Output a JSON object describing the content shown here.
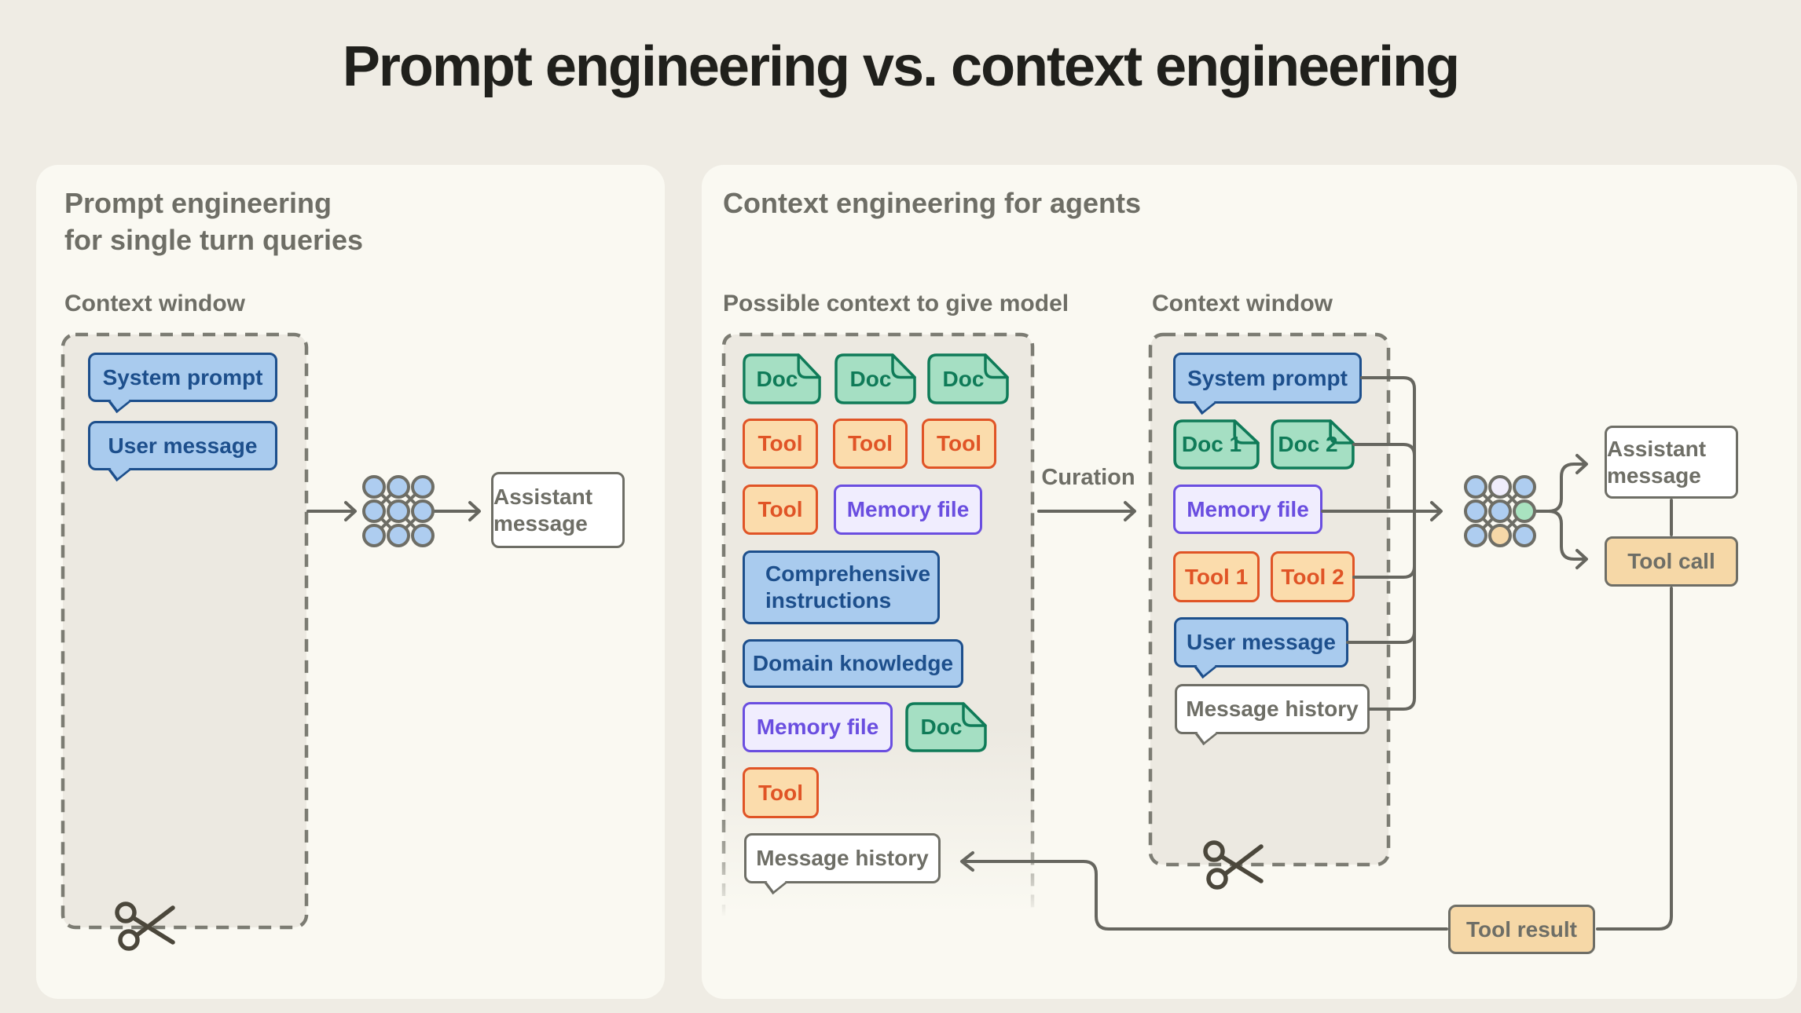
{
  "title": "Prompt engineering vs. context engineering",
  "colors": {
    "page_bg": "#EFECE4",
    "panel_bg": "#FAF9F2",
    "window_bg": "#ECE9E1",
    "line": "#66665F",
    "dash": "#7C7C73",
    "blue_fill": "#A9CBEE",
    "blue_stroke": "#1D4F8C",
    "green_fill": "#A5DFC3",
    "green_stroke": "#0F7B58",
    "orange_fill": "#FBDCAC",
    "orange_stroke": "#E05426",
    "purple_fill": "#F0EDFE",
    "purple_stroke": "#6A4EE0",
    "tan_fill": "#F6D8A7",
    "gray_stroke": "#6E6E66",
    "net_blue": "#AECDF0",
    "net_lavender": "#EFECFB",
    "net_green": "#A9E3C0",
    "net_tan": "#F6D8A8"
  },
  "icons": {
    "scissors": "scissors-icon",
    "network": "network-icon"
  },
  "left_panel": {
    "heading": "Prompt engineering\nfor single turn queries",
    "context_window_label": "Context window",
    "system_prompt": "System prompt",
    "user_message": "User message",
    "assistant_message": "Assistant message"
  },
  "right_panel": {
    "heading": "Context engineering for agents",
    "pool_label": "Possible context to give model",
    "context_window_label": "Context window",
    "curation_label": "Curation",
    "pool": {
      "docs_row": [
        "Doc",
        "Doc",
        "Doc"
      ],
      "tools_row": [
        "Tool",
        "Tool",
        "Tool"
      ],
      "tool4": "Tool",
      "memory_file_1": "Memory file",
      "comprehensive_instructions": "Comprehensive instructions",
      "domain_knowledge": "Domain knowledge",
      "memory_file_2": "Memory file",
      "doc4": "Doc",
      "tool5": "Tool",
      "message_history": "Message history"
    },
    "window": {
      "system_prompt": "System prompt",
      "doc1": "Doc 1",
      "doc2": "Doc 2",
      "memory_file": "Memory file",
      "tool1": "Tool 1",
      "tool2": "Tool 2",
      "user_message": "User message",
      "message_history": "Message history"
    },
    "outputs": {
      "assistant_message": "Assistant message",
      "tool_call": "Tool call",
      "tool_result": "Tool result"
    }
  }
}
